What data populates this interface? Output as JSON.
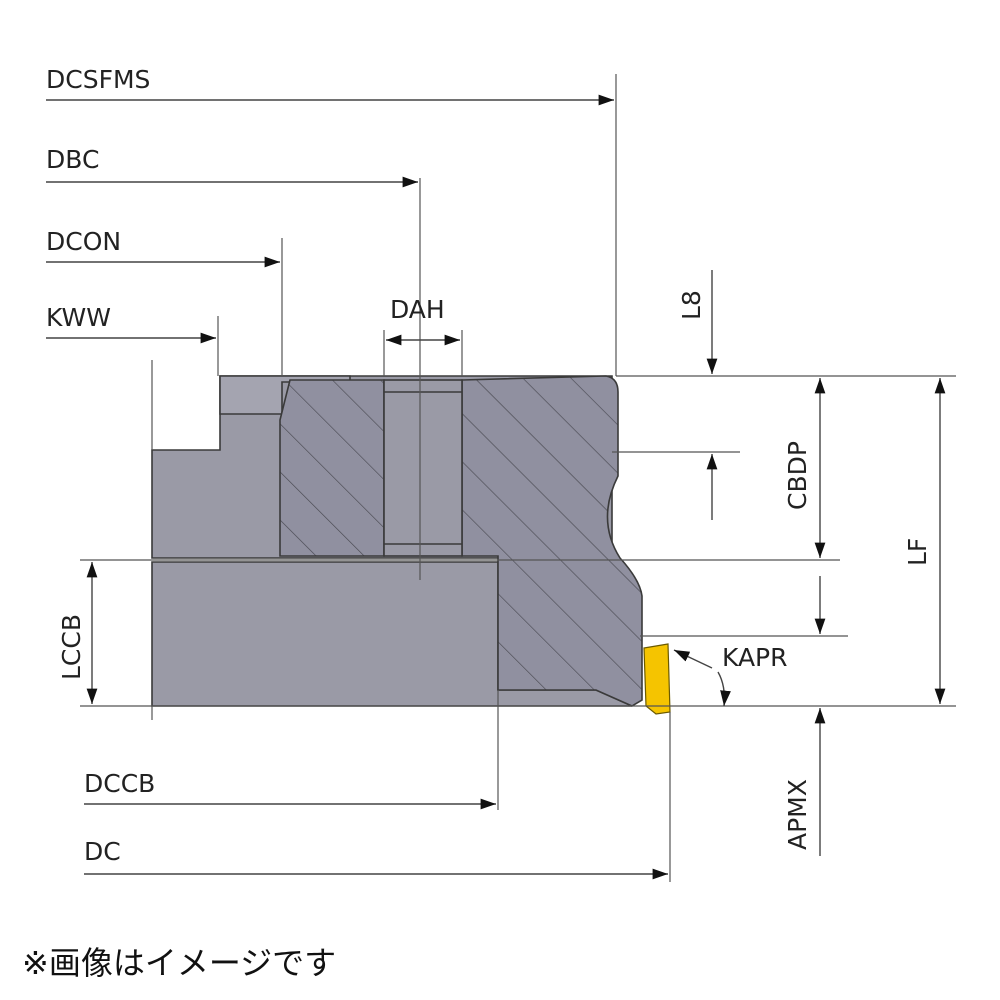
{
  "diagram": {
    "labels": {
      "dcsfms": "DCSFMS",
      "dbc": "DBC",
      "dcon": "DCON",
      "kww": "KWW",
      "dah": "DAH",
      "l8": "L8",
      "cbdp": "CBDP",
      "lf": "LF",
      "kapr": "KAPR",
      "lccb": "LCCB",
      "dccb": "DCCB",
      "dc": "DC",
      "apmx": "APMX"
    },
    "colors": {
      "body_fill": "#9a9aa6",
      "section_fill": "#8e8e9a",
      "insert_yellow": "#f5c400",
      "line": "#3a3a3a"
    }
  },
  "note": "※画像はイメージです"
}
